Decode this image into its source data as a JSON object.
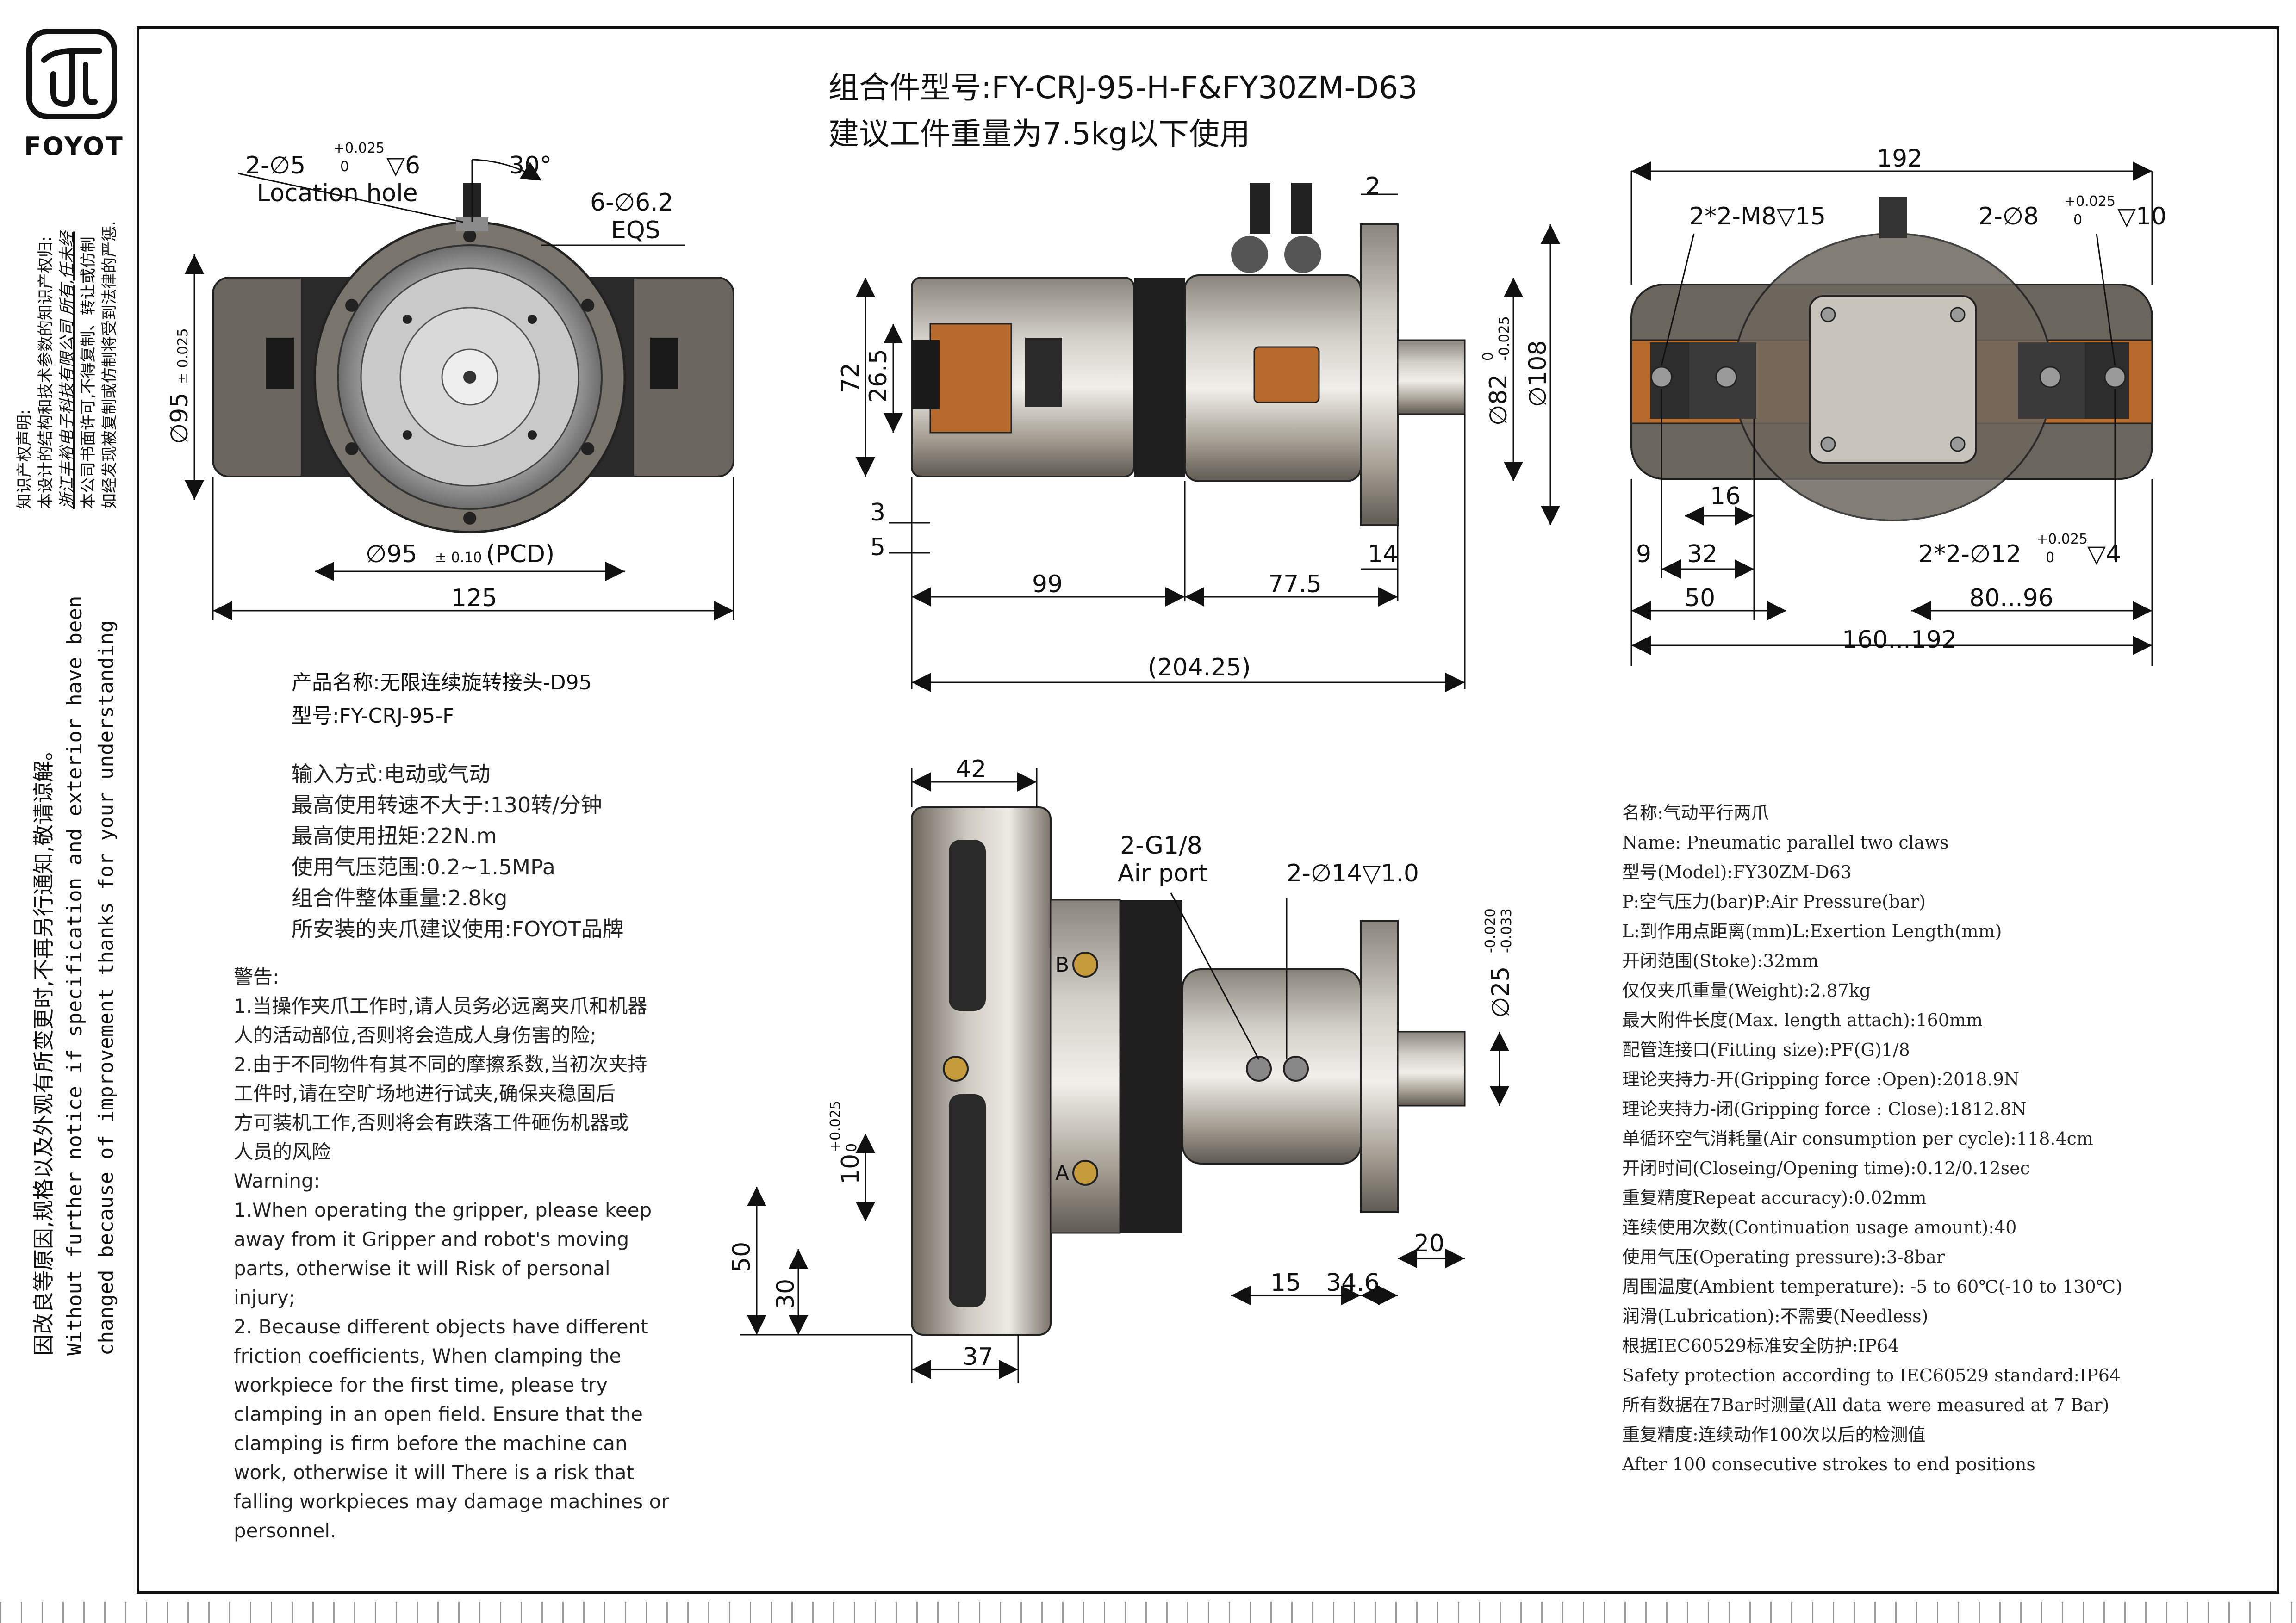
{
  "brand": {
    "name": "FOYOT",
    "logo_icon": "foyot-logo-icon"
  },
  "side_notes": {
    "ip_lines": [
      "知识产权声明:",
      "本设计的结构和技术参数的知识产权归:",
      "浙江丰裕电子科技有限公司 所有,任未经",
      "本公司书面许可,不得复制、转让或仿制",
      "如经发现被复制或仿制将受到法律的严惩."
    ],
    "change_lines": [
      "因改良等原因,规格以及外观有所变更时,不再另行通知,敬请谅解。",
      "Without further  notice if specification and exterior have been",
      "changed because of improvement thanks for your understanding"
    ]
  },
  "title": {
    "line1": "组合件型号:FY-CRJ-95-H-F&FY30ZM-D63",
    "line2": "建议工件重量为7.5kg以下使用"
  },
  "product": {
    "name": "产品名称:无限连续旋转接头-D95",
    "model": "型号:FY-CRJ-95-F"
  },
  "specs": [
    "输入方式:电动或气动",
    "最高使用转速不大于:130转/分钟",
    "最高使用扭矩:22N.m",
    "使用气压范围:0.2~1.5MPa",
    "组合件整体重量:2.8kg",
    "所安装的夹爪建议使用:FOYOT品牌"
  ],
  "warning": {
    "lines": [
      "警告:",
      "1.当操作夹爪工作时,请人员务必远离夹爪和机器",
      "人的活动部位,否则将会造成人身伤害的险;",
      "2.由于不同物件有其不同的摩擦系数,当初次夹持",
      "工件时,请在空旷场地进行试夹,确保夹稳固后",
      "方可装机工作,否则将会有跌落工件砸伤机器或",
      "人员的风险",
      "Warning:",
      "1.When operating the gripper, please keep",
      "away from it Gripper and robot's moving",
      "parts, otherwise it will Risk of personal",
      "injury;",
      "2. Because different objects have different",
      "friction coefficients, When clamping the",
      "workpiece for the first time, please try",
      "clamping in an open field. Ensure that the",
      "clamping is firm before the machine can",
      "work, otherwise it will There is a risk that",
      "falling workpieces may damage machines or",
      "personnel."
    ]
  },
  "gripper_specs": [
    "名称:气动平行两爪",
    "Name: Pneumatic parallel two claws",
    "型号(Model):FY30ZM-D63",
    "P:空气压力(bar)P:Air Pressure(bar)",
    "L:到作用点距离(mm)L:Exertion Length(mm)",
    "开闭范围(Stoke):32mm",
    "仅仅夹爪重量(Weight):2.87kg",
    "最大附件长度(Max. length attach):160mm",
    "配管连接口(Fitting size):PF(G)1/8",
    "理论夹持力-开(Gripping force :Open):2018.9N",
    "理论夹持力-闭(Gripping force : Close):1812.8N",
    "单循环空气消耗量(Air consumption per cycle):118.4cm",
    "开闭时间(Closeing/Opening time):0.12/0.12sec",
    "重复精度Repeat accuracy):0.02mm",
    "连续使用次数(Continuation usage amount):40",
    "使用气压(Operating pressure):3-8bar",
    "周围温度(Ambient temperature): -5 to 60℃(-10 to 130℃)",
    "润滑(Lubrication):不需要(Needless)",
    "根据IEC60529标准安全防护:IP64",
    "Safety protection according to IEC60529 standard:IP64",
    "所有数据在7Bar时测量(All data were measured at 7 Bar)",
    "重复精度:连续动作100次以后的检测值",
    "After 100 consecutive strokes to end positions"
  ],
  "dims": {
    "front": {
      "hole_a": "2-∅5",
      "hole_a_tol_up": "+0.025",
      "hole_a_tol_dn": "0",
      "hole_a_depth": "▽6",
      "location_hole": "Location hole",
      "angle": "30°",
      "eqs_holes": "6-∅6.2",
      "eqs": "EQS",
      "dia95": "∅95",
      "dia95_tol": "± 0.025",
      "pcd": "∅95",
      "pcd_tol": "± 0.10",
      "pcd_label": "(PCD)",
      "width125": "125"
    },
    "side": {
      "d2": "2",
      "d72": "72",
      "d265": "26.5",
      "d3": "3",
      "d5": "5",
      "d99": "99",
      "d775": "77.5",
      "d14": "14",
      "total": "(204.25)",
      "dia82": "∅82",
      "dia82_tol_up": "0",
      "dia82_tol_dn": "-0.025",
      "dia108": "∅108"
    },
    "end": {
      "d192": "192",
      "m8": "2*2-M8▽15",
      "hole8": "2-∅8",
      "hole8_tol_up": "+0.025",
      "hole8_tol_dn": "0",
      "hole8_depth": "▽10",
      "d16": "16",
      "d9": "9",
      "d32": "32",
      "d50": "50",
      "hole12": "2*2-∅12",
      "hole12_tol_up": "+0.025",
      "hole12_tol_dn": "0",
      "hole12_depth": "▽4",
      "range1": "80...96",
      "range2": "160...192"
    },
    "bottom": {
      "d42": "42",
      "g18": "2-G1/8",
      "air_port": "Air port",
      "hole14": "2-∅14▽1.0",
      "dia25": "∅25",
      "dia25_tol_up": "-0.020",
      "dia25_tol_dn": "-0.033",
      "d10": "10",
      "d10_tol_up": "+0.025",
      "d10_tol_dn": "0",
      "d50": "50",
      "d30": "30",
      "d37": "37",
      "d15": "15",
      "d346": "34.6",
      "d20": "20",
      "port_a": "A",
      "port_b": "B"
    }
  }
}
